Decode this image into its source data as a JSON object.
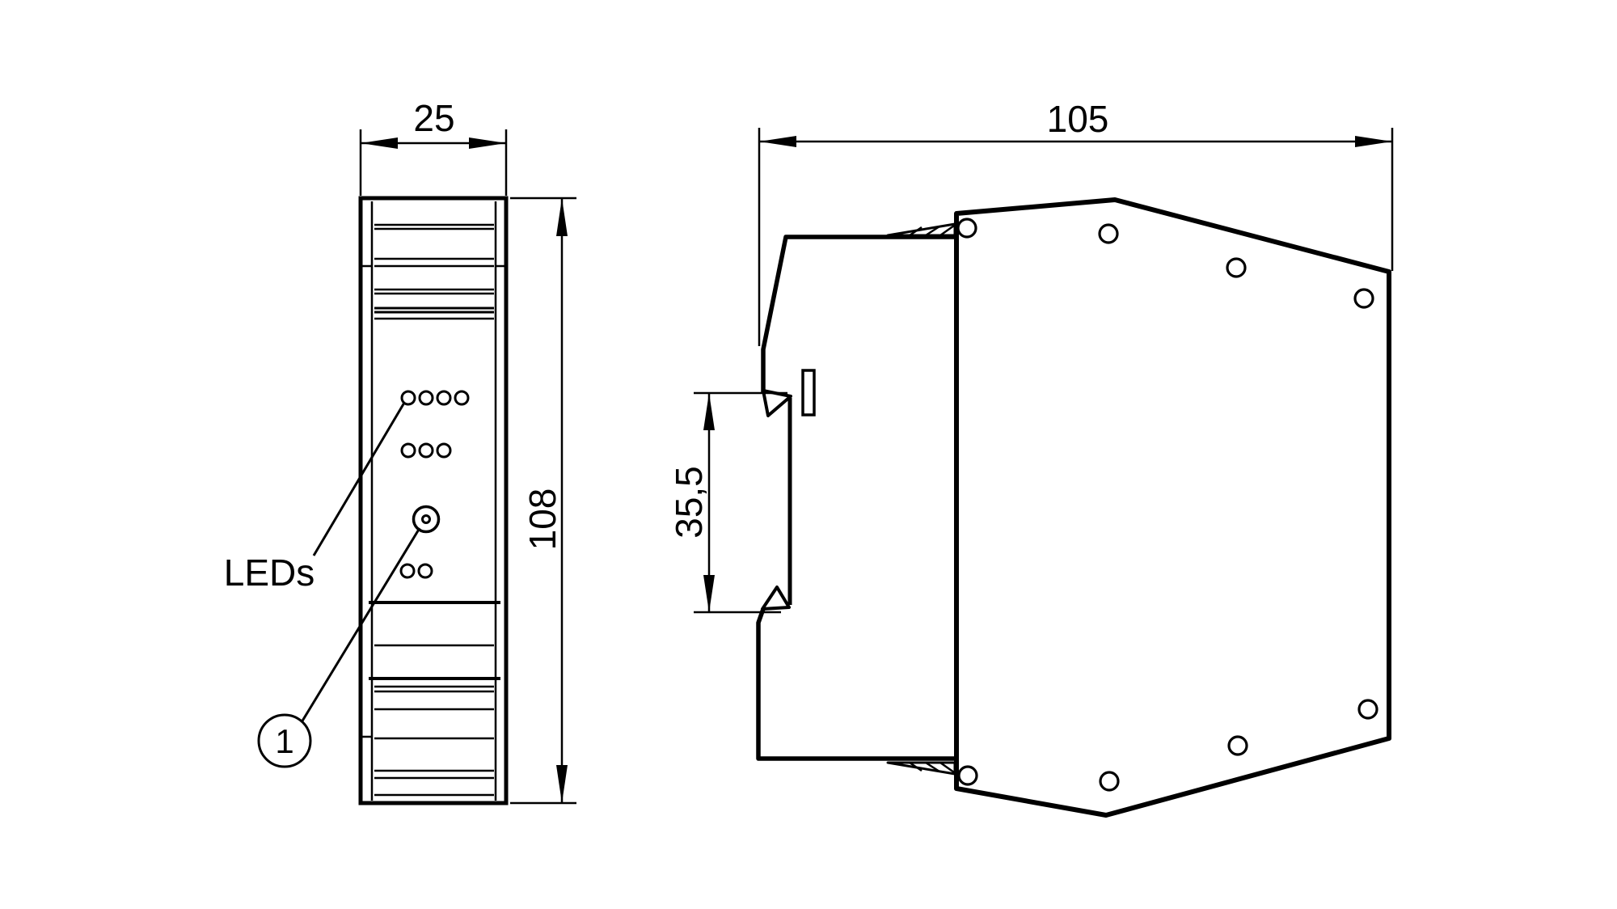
{
  "drawing": {
    "front_view": {
      "width_dim_label": "25",
      "height_dim_label": "108",
      "leds_callout_label": "LEDs",
      "button_callout_number": "1",
      "led_row_top_count": 4,
      "led_row_middle_count": 3,
      "led_row_bottom_count": 2
    },
    "side_view": {
      "depth_dim_label": "105",
      "din_rail_dim_label": "35,5",
      "screw_hole_count": 8
    },
    "colors": {
      "line": "#000000",
      "background": "#ffffff"
    }
  }
}
